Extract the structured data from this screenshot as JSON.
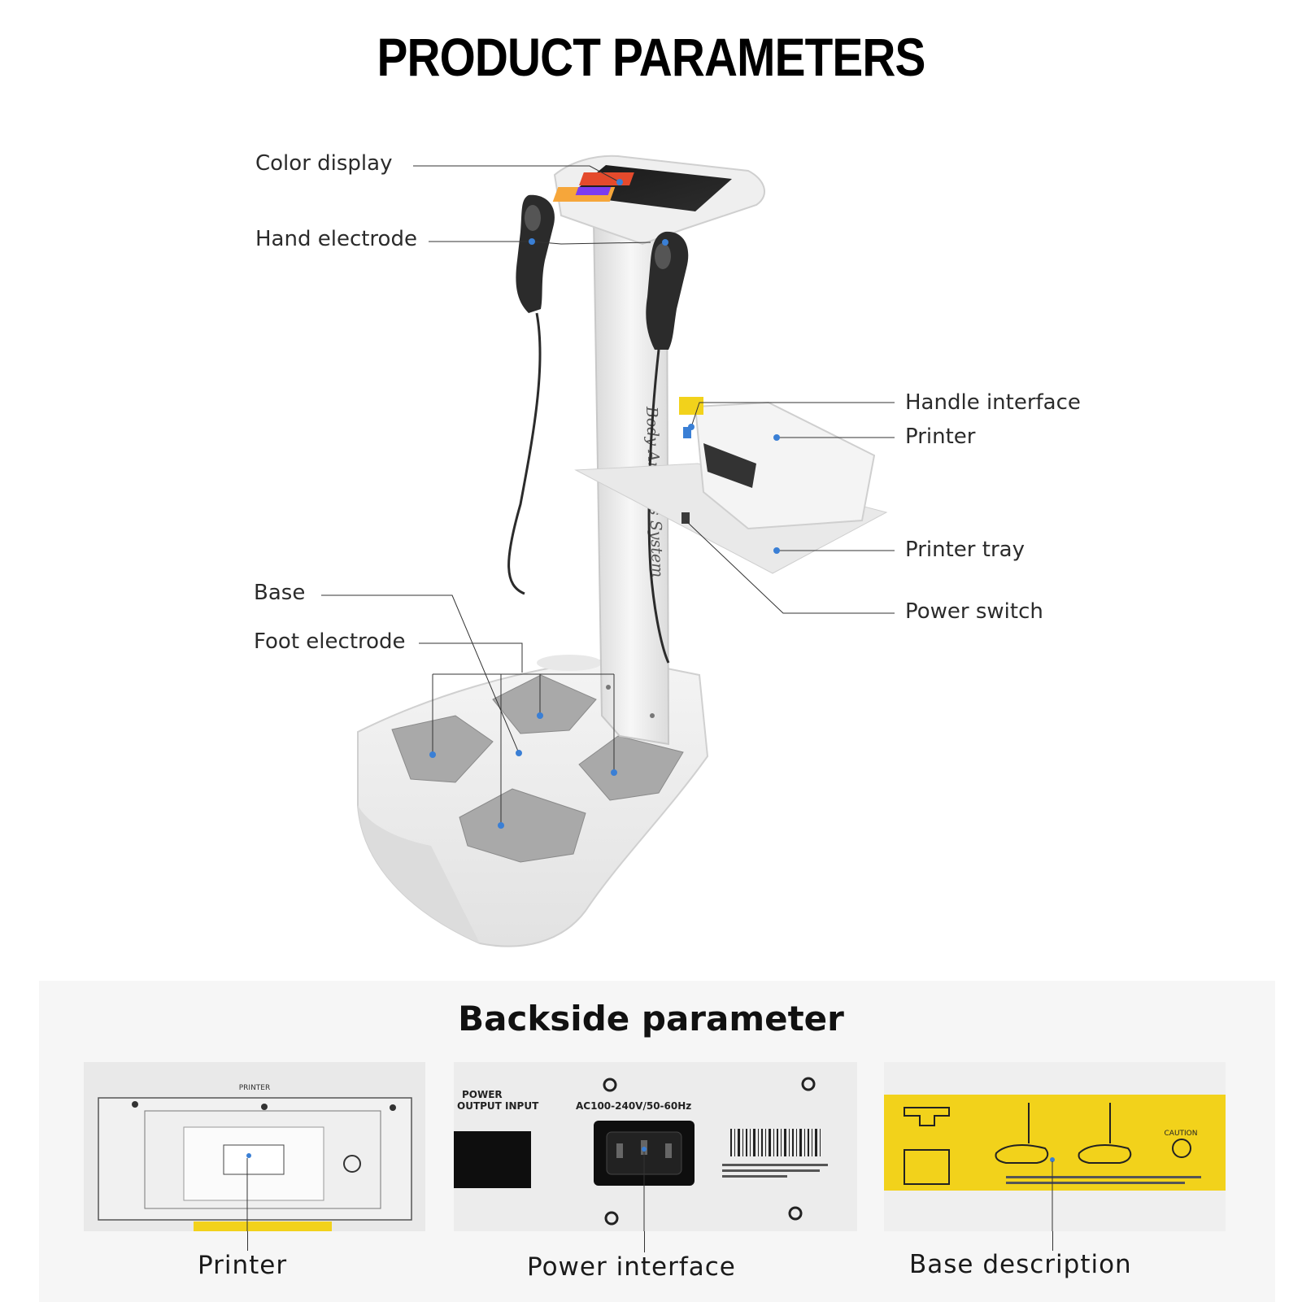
{
  "title": "PRODUCT PARAMETERS",
  "callouts": {
    "color_display": "Color display",
    "hand_electrode": "Hand electrode",
    "handle_interface": "Handle interface",
    "printer": "Printer",
    "printer_tray": "Printer tray",
    "power_switch": "Power switch",
    "base": "Base",
    "foot_electrode": "Foot electrode"
  },
  "device_print": {
    "column_text": "Body Analysis System"
  },
  "backside": {
    "title": "Backside parameter",
    "panels": [
      {
        "caption": "Printer",
        "label": "PRINTER"
      },
      {
        "caption": "Power interface",
        "label_power": "POWER",
        "label_io": "OUTPUT INPUT",
        "spec": "AC100-240V/50-60Hz"
      },
      {
        "caption": "Base description",
        "label": "CAUTION"
      }
    ]
  },
  "colors": {
    "accent_dot": "#3a7fd5",
    "sticker_yellow": "#f2d21b",
    "device_white": "#eeeeee",
    "electrode_pad": "#a9a9a9"
  }
}
